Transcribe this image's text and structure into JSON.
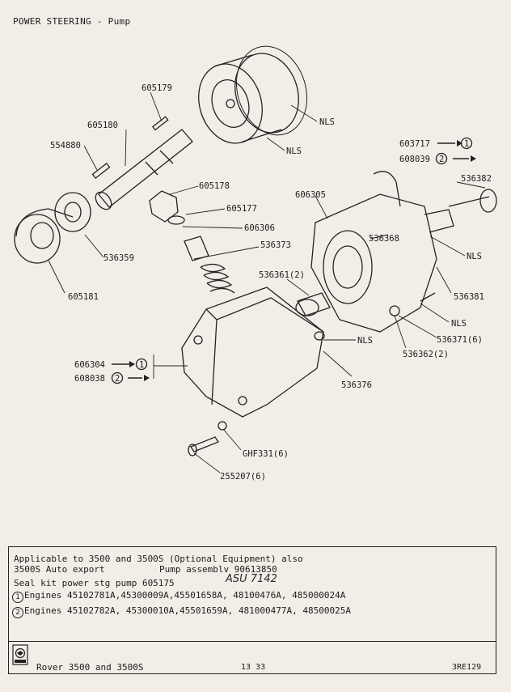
{
  "header": {
    "title": "POWER STEERING - Pump"
  },
  "callouts": [
    {
      "label": "605179"
    },
    {
      "label": "605180"
    },
    {
      "label": "554880"
    },
    {
      "label": "NLS"
    },
    {
      "label": "NLS"
    },
    {
      "label": "603717"
    },
    {
      "label": "608039"
    },
    {
      "label": "536382"
    },
    {
      "label": "605178"
    },
    {
      "label": "605177"
    },
    {
      "label": "606306"
    },
    {
      "label": "606305"
    },
    {
      "label": "536373"
    },
    {
      "label": "536368"
    },
    {
      "label": "NLS"
    },
    {
      "label": "536359"
    },
    {
      "label": "605181"
    },
    {
      "label": "536361(2)"
    },
    {
      "label": "536381"
    },
    {
      "label": "NLS"
    },
    {
      "label": "NLS"
    },
    {
      "label": "536371(6)"
    },
    {
      "label": "606304"
    },
    {
      "label": "608038"
    },
    {
      "label": "536362(2)"
    },
    {
      "label": "536376"
    },
    {
      "label": "GHF331(6)"
    },
    {
      "label": "255207(6)"
    }
  ],
  "markers": {
    "one": "1",
    "two": "2"
  },
  "info": {
    "line1": "Applicable to 3500 and 3500S (Optional Equipment) also",
    "line2": "3500S Auto export",
    "pump_assembly": "Pump assemblv 90613850",
    "seal_kit": "Seal kit power stg pump 605175",
    "handwritten": "ASU 7142",
    "engines1": "Engines 45102781A,45300009A,45501658A, 48100476A, 485000024A",
    "engines2": "Engines 45102782A, 45300010A,45501659A, 481000477A, 48500025A"
  },
  "footer": {
    "model": "Rover 3500 and 3500S",
    "page": "13 33",
    "ref": "3RE129"
  }
}
